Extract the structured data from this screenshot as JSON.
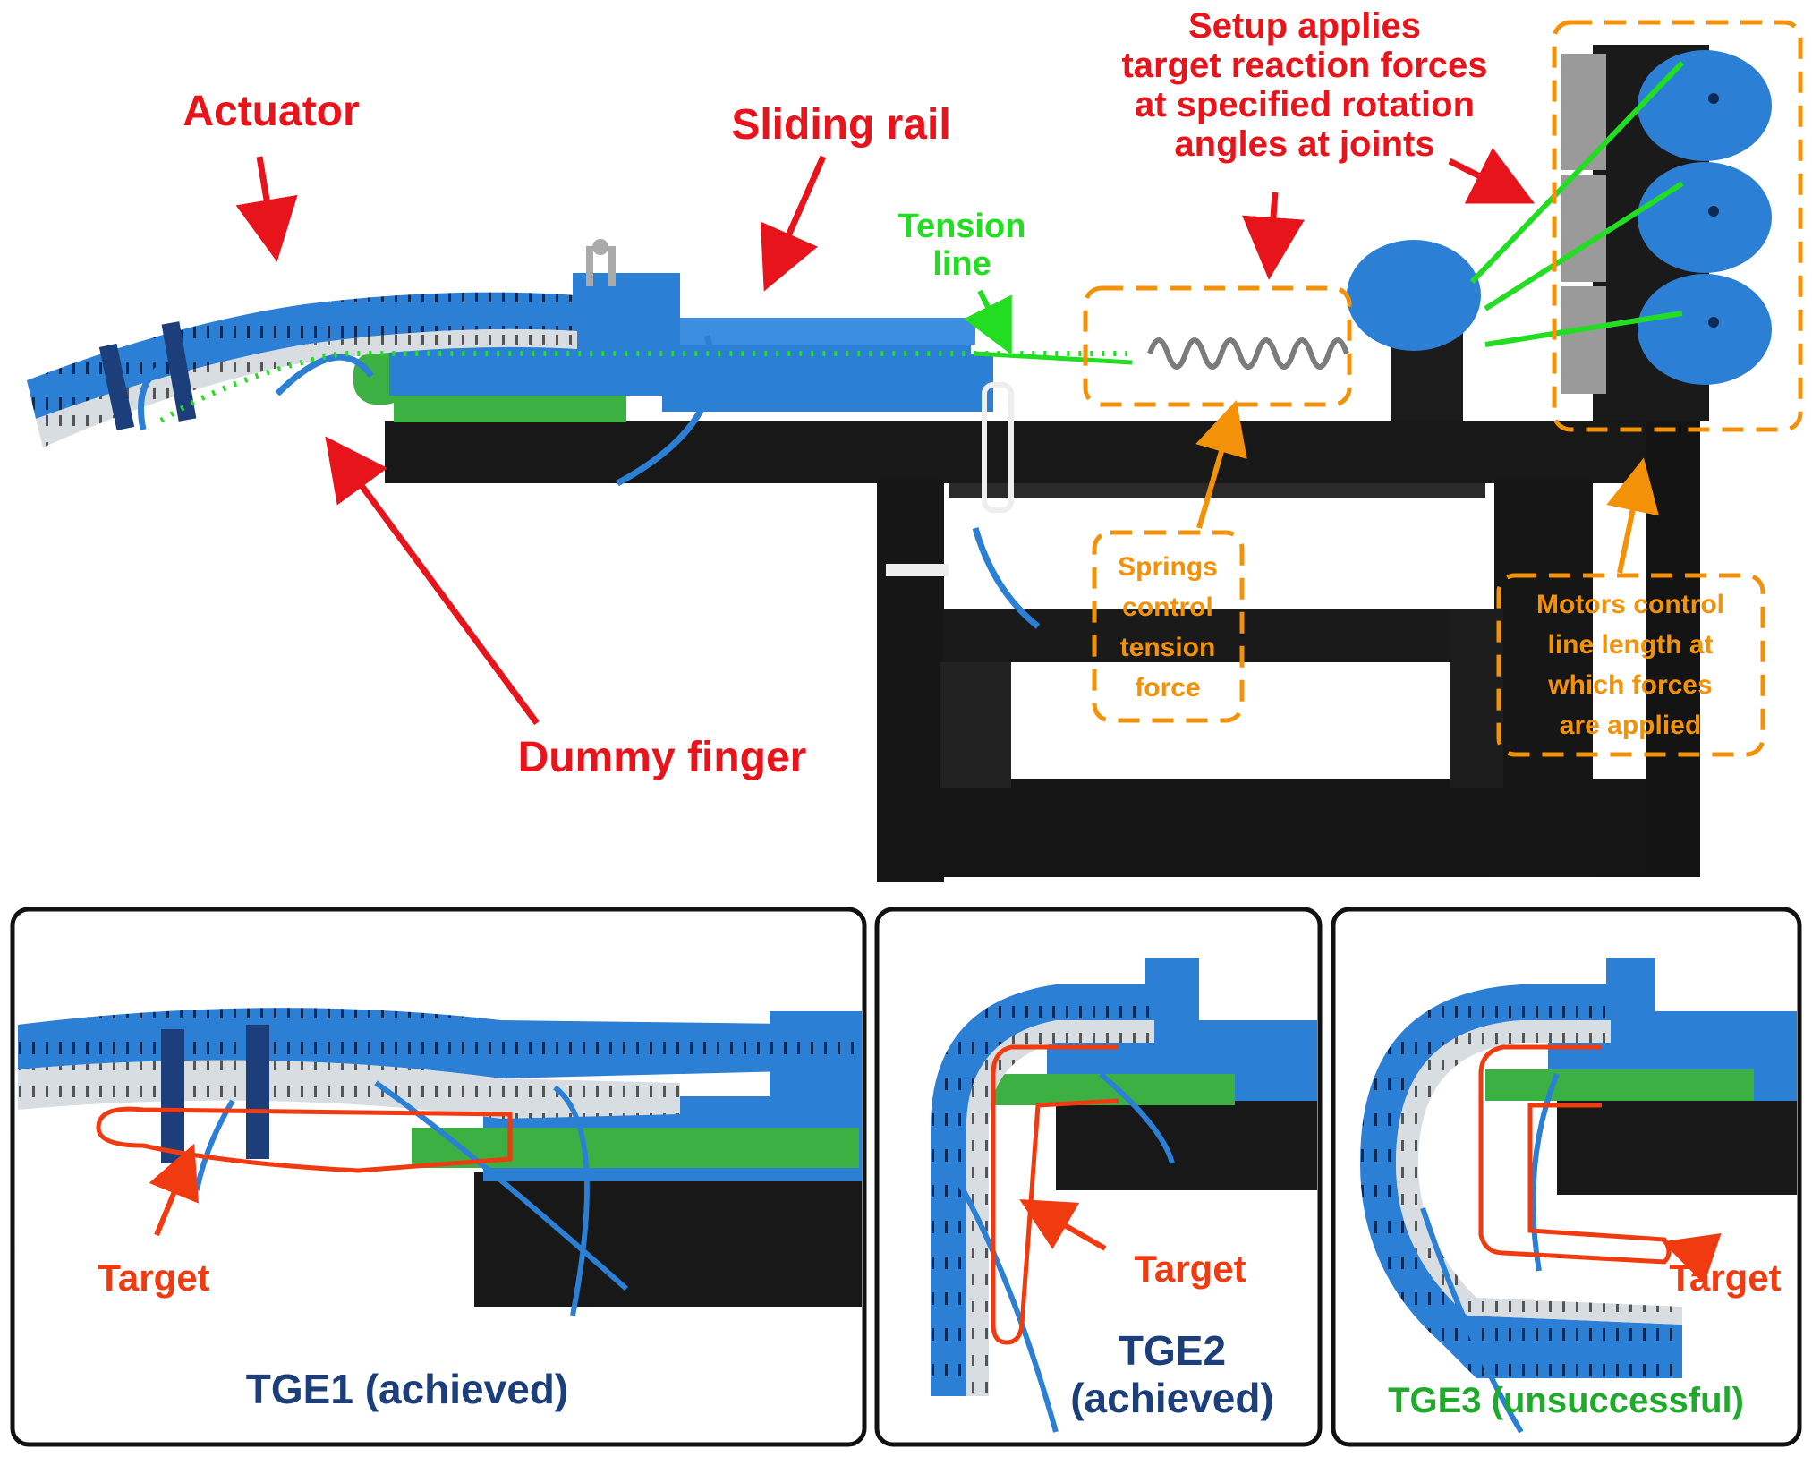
{
  "colors": {
    "red": "#e8141b",
    "orange": "#f39208",
    "green": "#22dd22",
    "navy": "#1c3f7c",
    "dark_green": "#1faa2b",
    "target_red": "#f03a10",
    "actuator_blue": "#2b7fd4",
    "frame_black": "#181818",
    "finger_green": "#3cb043"
  },
  "top": {
    "actuator": "Actuator",
    "sliding_rail": "Sliding rail",
    "tension_line": [
      "Tension",
      "line"
    ],
    "setup": [
      "Setup applies",
      "target reaction forces",
      "at specified rotation",
      "angles at joints"
    ],
    "dummy_finger": "Dummy finger",
    "springs": [
      "Springs",
      "control",
      "tension",
      "force"
    ],
    "motors": [
      "Motors control",
      "line length at",
      "which forces",
      "are applied"
    ]
  },
  "panels": [
    {
      "target": "Target",
      "caption": [
        "TGE1 (achieved)"
      ]
    },
    {
      "target": "Target",
      "caption": [
        "TGE2",
        "(achieved)"
      ]
    },
    {
      "target": "Target",
      "caption": [
        "TGE3 (unsuccessful)"
      ]
    }
  ],
  "icons": [
    "arrow-icon",
    "spring-icon",
    "motor-spool-icon",
    "bolt-icon"
  ]
}
